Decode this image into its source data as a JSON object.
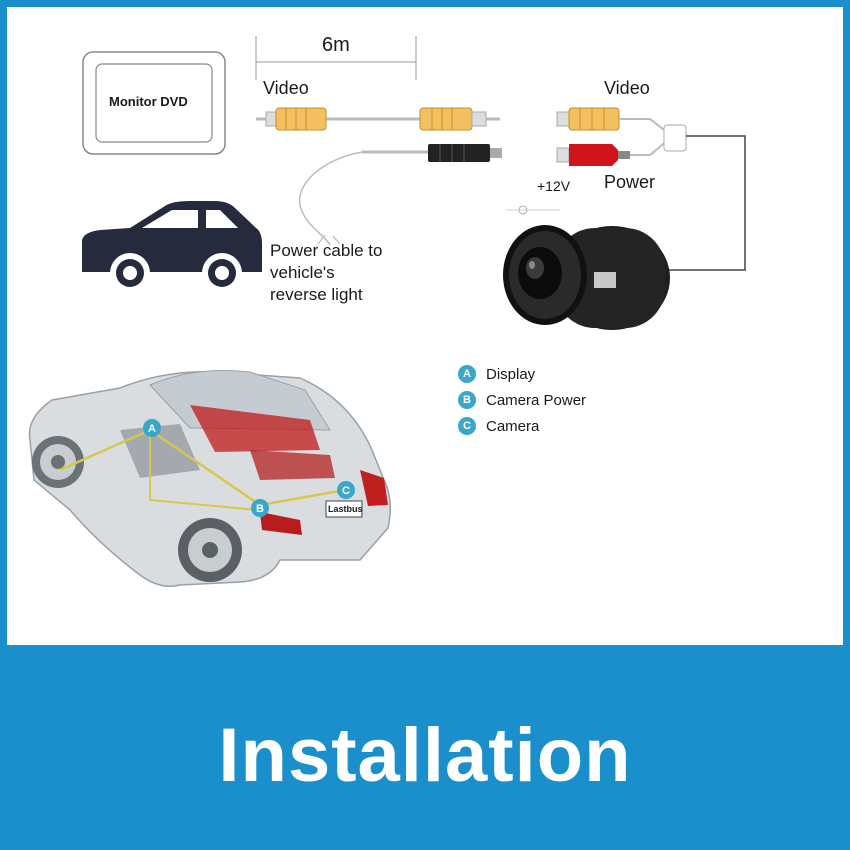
{
  "diagram": {
    "monitor_label": "Monitor DVD",
    "cable_length": "6m",
    "video_left": "Video",
    "video_right": "Video",
    "power_label": "Power",
    "voltage_label": "+12V",
    "power_cable_line1": "Power cable to",
    "power_cable_line2": "vehicle's",
    "power_cable_line3": "reverse light",
    "plate_text": "Lastbus"
  },
  "legend": [
    {
      "letter": "A",
      "text": "Display"
    },
    {
      "letter": "B",
      "text": "Camera Power"
    },
    {
      "letter": "C",
      "text": "Camera"
    }
  ],
  "banner": {
    "title": "Installation"
  },
  "colors": {
    "banner": "#1a8fcc",
    "badge": "#3aa7c9",
    "rca_yellow": "#f2c061",
    "rca_red": "#d0141b"
  }
}
